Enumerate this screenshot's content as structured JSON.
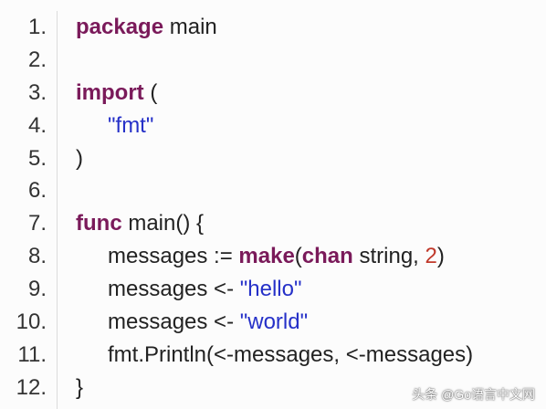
{
  "line_numbers": [
    "1.",
    "2.",
    "3.",
    "4.",
    "5.",
    "6.",
    "7.",
    "8.",
    "9.",
    "10.",
    "11.",
    "12."
  ],
  "code_lines": [
    {
      "indent": 0,
      "tokens": [
        {
          "type": "kw",
          "text": "package"
        },
        {
          "type": "plain",
          "text": " main"
        }
      ]
    },
    {
      "indent": 0,
      "tokens": []
    },
    {
      "indent": 0,
      "tokens": [
        {
          "type": "kw",
          "text": "import"
        },
        {
          "type": "plain",
          "text": " ("
        }
      ]
    },
    {
      "indent": 1,
      "tokens": [
        {
          "type": "str",
          "text": "\"fmt\""
        }
      ]
    },
    {
      "indent": 0,
      "tokens": [
        {
          "type": "plain",
          "text": ")"
        }
      ]
    },
    {
      "indent": 0,
      "tokens": []
    },
    {
      "indent": 0,
      "tokens": [
        {
          "type": "kw",
          "text": "func"
        },
        {
          "type": "plain",
          "text": " main() {"
        }
      ]
    },
    {
      "indent": 1,
      "tokens": [
        {
          "type": "plain",
          "text": "messages := "
        },
        {
          "type": "kw",
          "text": "make"
        },
        {
          "type": "plain",
          "text": "("
        },
        {
          "type": "kw",
          "text": "chan"
        },
        {
          "type": "plain",
          "text": " string, "
        },
        {
          "type": "num",
          "text": "2"
        },
        {
          "type": "plain",
          "text": ")"
        }
      ]
    },
    {
      "indent": 1,
      "tokens": [
        {
          "type": "plain",
          "text": "messages <- "
        },
        {
          "type": "str",
          "text": "\"hello\""
        }
      ]
    },
    {
      "indent": 1,
      "tokens": [
        {
          "type": "plain",
          "text": "messages <- "
        },
        {
          "type": "str",
          "text": "\"world\""
        }
      ]
    },
    {
      "indent": 1,
      "tokens": [
        {
          "type": "plain",
          "text": "fmt.Println(<-messages, <-messages)"
        }
      ]
    },
    {
      "indent": 0,
      "tokens": [
        {
          "type": "plain",
          "text": "}"
        }
      ]
    }
  ],
  "watermark": {
    "text": "头条 @Go语言中文网"
  }
}
